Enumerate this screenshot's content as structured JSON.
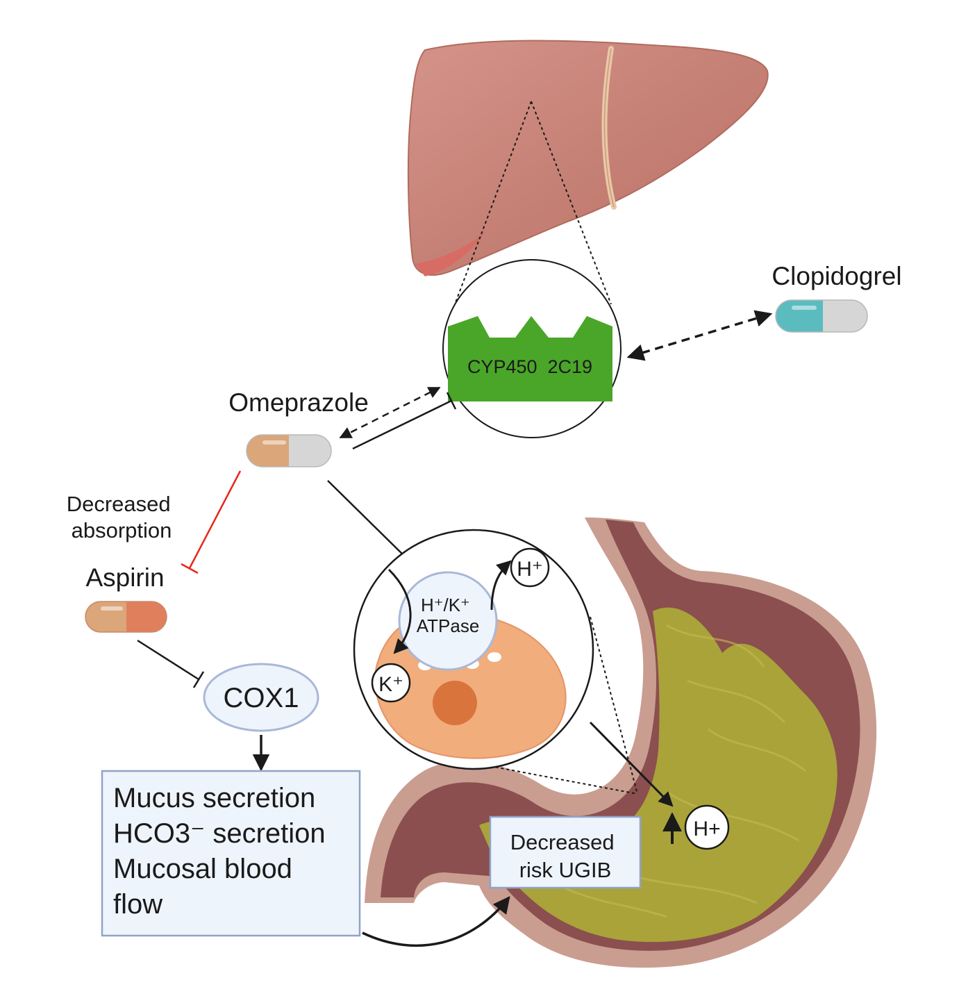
{
  "labels": {
    "clopidogrel": "Clopidogrel",
    "cyp_enzyme": "CYP450  2C19",
    "omeprazole": "Omeprazole",
    "decreased_absorption": [
      "Decreased",
      "absorption"
    ],
    "aspirin": "Aspirin",
    "atpase": [
      "H⁺/K⁺",
      "ATPase"
    ],
    "h_ion": "H⁺",
    "k_ion": "K⁺",
    "cox1": "COX1",
    "effects": [
      "Mucus secretion",
      "HCO3⁻ secretion",
      "Mucosal blood",
      "flow"
    ],
    "risk": [
      "Decreased",
      "risk UGIB"
    ],
    "stomach_h": "H+"
  },
  "colors": {
    "liver": "#c07b6c",
    "enzyme": "#4aa628",
    "capsule_teal": "#5bbcc0",
    "capsule_orange": "#dba67a",
    "capsule_red": "#e07f5c",
    "capsule_gray": "#d6d6d6",
    "cell": "#f1ad7c",
    "nucleus": "#d8743c",
    "box_fill": "#eef4fb",
    "box_border": "#8fa3c9",
    "stomach_wall": "#c79b8e",
    "stomach_lining": "#8b4f4f",
    "gastric_fluid": "#a9a33a",
    "inhibit_red": "#e8261b"
  }
}
